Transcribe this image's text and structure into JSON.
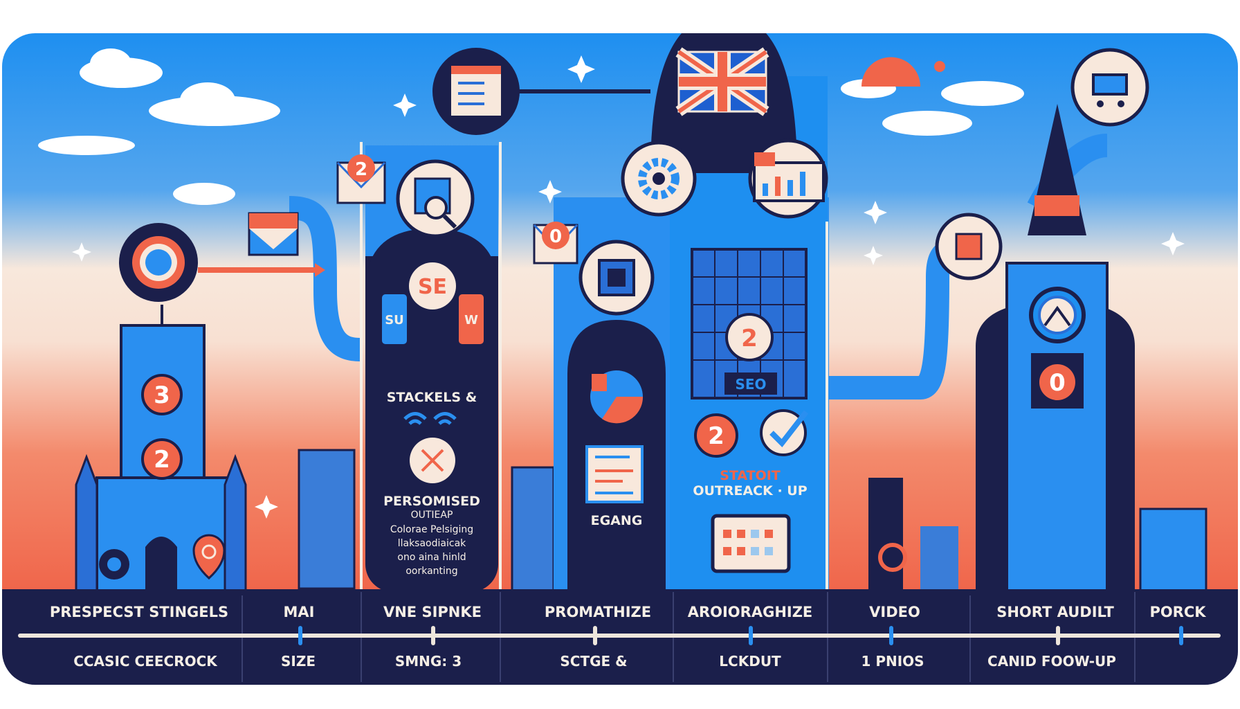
{
  "colors": {
    "sky_blue": "#1e8ff0",
    "navy": "#1b1f4b",
    "coral": "#f0654a",
    "cream": "#f8e8dc",
    "mid_blue": "#2a6fd6"
  },
  "columns": {
    "stackels": "STACKELS &",
    "se_badge": "SE",
    "su_card": "SU",
    "w_card": "W",
    "personalised_title": "PERSOMISED",
    "personalised_sub": "OUTIEAP",
    "personalised_lines": [
      "Colorae Pelsiging",
      "llaksaodiaicak",
      "ono aina hinld",
      "oorkanting"
    ],
    "egang": "EGANG",
    "seo_badge": "SEO",
    "statoit": "STATOIT",
    "outreach_up": "OUTREACK · UP"
  },
  "numbers": {
    "tower_left_top": "3",
    "tower_left_bottom": "2",
    "envelope_left": "2",
    "envelope_mid": "0",
    "building_center": "2",
    "check_step": "2",
    "tower_right": "0"
  },
  "icons": [
    "target-icon",
    "checklist-icon",
    "uk-flag-icon",
    "gear-icon",
    "bar-chart-icon",
    "magnifier-icon",
    "qr-code-icon",
    "shopping-cart-icon",
    "envelope-icon",
    "pie-chart-icon",
    "document-icon",
    "calendar-icon",
    "checkmark-icon",
    "close-icon",
    "wifi-icon",
    "location-pin-icon",
    "star-icon",
    "cloud-icon",
    "sun-icon"
  ],
  "band": {
    "top_labels": [
      "PRESPECST STINGELS",
      "MAI",
      "VNE SIPNKE",
      "PROMATHIZE",
      "AROIORAGHIZE",
      "VIDEO",
      "SHORT AUDILT",
      "PORCK"
    ],
    "bottom_labels": [
      "CCASIC CEECROCK",
      "SIZE",
      "SMNG: 3",
      "SCTGE &",
      "LCKDUT",
      "1 PNIOS",
      "CANID FOOW-UP"
    ]
  }
}
